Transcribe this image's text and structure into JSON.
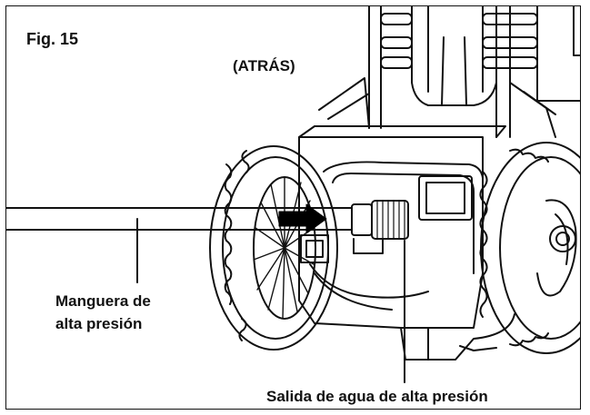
{
  "figure": {
    "fig_label": "Fig. 15",
    "view_label": "(ATRÁS)"
  },
  "callouts": {
    "hose": {
      "line1": "Manguera de",
      "line2": "alta presión"
    },
    "outlet": {
      "text": "Salida de agua de alta presión"
    }
  },
  "colors": {
    "ink": "#111111",
    "paper": "#ffffff",
    "arrow": "#000000"
  }
}
